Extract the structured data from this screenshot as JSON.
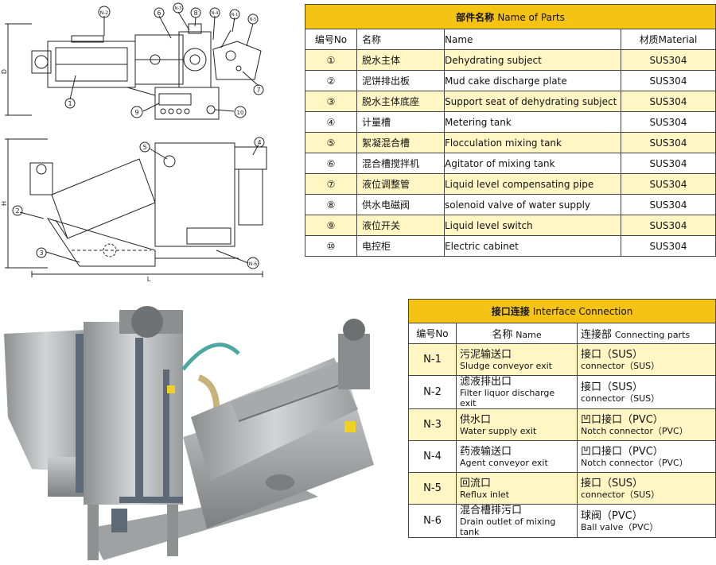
{
  "parts": {
    "title_cn": "部件名称",
    "title_en": "Name of Parts",
    "header": {
      "no": "编号No",
      "name_cn": "名称",
      "name_en": "Name",
      "material": "材质Material"
    },
    "rows": [
      {
        "no": "①",
        "cn": "脱水主体",
        "en": "Dehydrating subject",
        "mat": "SUS304"
      },
      {
        "no": "②",
        "cn": "泥饼排出板",
        "en": "Mud cake discharge plate",
        "mat": "SUS304"
      },
      {
        "no": "③",
        "cn": "脱水主体底座",
        "en": "Support seat of dehydrating subject",
        "mat": "SUS304"
      },
      {
        "no": "④",
        "cn": "计量槽",
        "en": "Metering tank",
        "mat": "SUS304"
      },
      {
        "no": "⑤",
        "cn": "絮凝混合槽",
        "en": "Flocculation mixing tank",
        "mat": "SUS304"
      },
      {
        "no": "⑥",
        "cn": "混合槽搅拌机",
        "en": "Agitator of mixing tank",
        "mat": "SUS304"
      },
      {
        "no": "⑦",
        "cn": "液位调整管",
        "en": "Liquid level compensating pipe",
        "mat": "SUS304"
      },
      {
        "no": "⑧",
        "cn": "供水电磁阀",
        "en": "solenoid valve of water supply",
        "mat": "SUS304"
      },
      {
        "no": "⑨",
        "cn": "液位开关",
        "en": "Liquid level switch",
        "mat": "SUS304"
      },
      {
        "no": "⑩",
        "cn": "电控柜",
        "en": "Electric cabinet",
        "mat": "SUS304"
      }
    ]
  },
  "interface": {
    "title_cn": "接口连接",
    "title_en": "Interface Connection",
    "header": {
      "no": "编号No",
      "name_cn": "名称",
      "name_en": "Name",
      "conn_cn": "连接部",
      "conn_en": "Connecting parts"
    },
    "rows": [
      {
        "no": "N-1",
        "cn": "污泥输送口",
        "en": "Sludge conveyor exit",
        "conn_cn": "接口（SUS）",
        "conn_en": "connector（SUS）"
      },
      {
        "no": "N-2",
        "cn": "滤液排出口",
        "en": "Filter liquor discharge exit",
        "conn_cn": "接口（SUS）",
        "conn_en": "connector（SUS）"
      },
      {
        "no": "N-3",
        "cn": "供水口",
        "en": "Water supply exit",
        "conn_cn": "凹口接口（PVC）",
        "conn_en": "Notch connector（PVC）"
      },
      {
        "no": "N-4",
        "cn": "药液输送口",
        "en": "Agent conveyor exit",
        "conn_cn": "凹口接口（PVC）",
        "conn_en": "Notch connector（PVC）"
      },
      {
        "no": "N-5",
        "cn": "回流口",
        "en": "Reflux inlet",
        "conn_cn": "接口（SUS）",
        "conn_en": "connector（SUS）"
      },
      {
        "no": "N-6",
        "cn": "混合槽排污口",
        "en": "Drain outlet of mixing tank",
        "conn_cn": "球阀（PVC）",
        "conn_en": "Ball valve（PVC）"
      }
    ]
  },
  "drawing": {
    "dim_D": "D",
    "dim_H": "H",
    "dim_L": "L",
    "callouts": {
      "c1": "1",
      "c2": "2",
      "c3": "3",
      "c4": "4",
      "c5": "5",
      "c6": "6",
      "c7": "7",
      "c8": "8",
      "c9": "9",
      "c10": "10",
      "n1": "N-1",
      "n2": "N-2",
      "n3": "N-3",
      "n4": "N-4",
      "n5": "N-5",
      "n6": "N-6"
    }
  }
}
